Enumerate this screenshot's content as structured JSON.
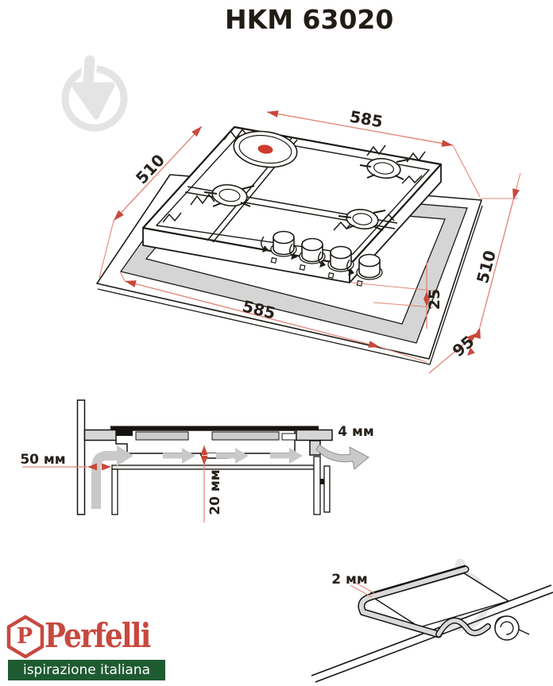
{
  "product": {
    "title": "HKM 63020"
  },
  "colors": {
    "ink": "#1d1a15",
    "label_ink": "#26211b",
    "dimension_red": "#c9483a",
    "dimension_line_red": "#e2887a",
    "counter_gray": "#d5d5d5",
    "airflow_gray": "#c9c9c9",
    "watermark_gray": "#e4e4e4",
    "hotplate_red": "#d03a2c",
    "logo_red": "#c7493f",
    "logo_green": "#1f5b31"
  },
  "top_view": {
    "hob_width": "585",
    "hob_depth": "510",
    "cutout_width": "585",
    "cutout_depth": "510",
    "side_offset": "25",
    "back_offset": "95"
  },
  "section_view": {
    "wall_clearance": "50 мм",
    "under_clearance": "20 мм",
    "edge_gap": "4 мм"
  },
  "seal_detail": {
    "seal_thickness": "2 мм"
  },
  "logo": {
    "monogram": "P",
    "brand": "Perfelli",
    "tagline": "ispirazione italiana"
  }
}
